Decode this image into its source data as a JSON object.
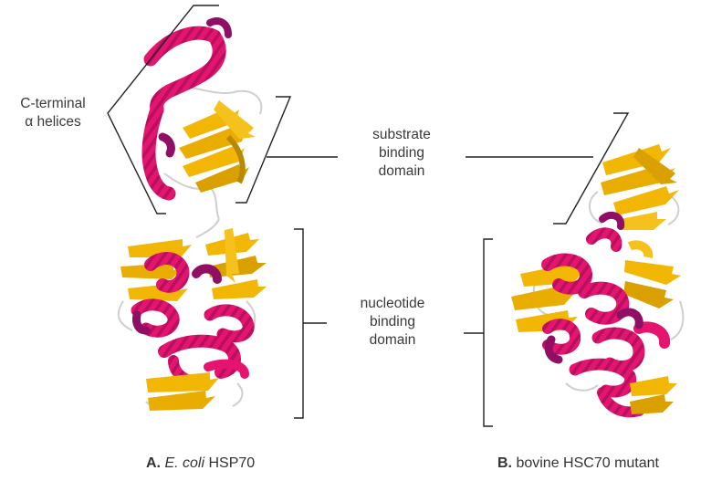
{
  "labels": {
    "c_terminal_line1": "C-terminal",
    "c_terminal_line2": "α helices",
    "substrate_line1": "substrate",
    "substrate_line2": "binding",
    "substrate_line3": "domain",
    "nucleotide_line1": "nucleotide",
    "nucleotide_line2": "binding",
    "nucleotide_line3": "domain"
  },
  "captions": {
    "a": {
      "letter": "A.",
      "species": "E. coli",
      "protein": " HSP70"
    },
    "b": {
      "letter": "B.",
      "rest": " bovine HSC70 mutant"
    }
  },
  "colors": {
    "helix": "#e4146f",
    "helix_dark": "#8e0f63",
    "sheet": "#f2b705",
    "sheet_dark": "#b98a00",
    "loop": "#c8c8c8",
    "bracket": "#222222"
  }
}
